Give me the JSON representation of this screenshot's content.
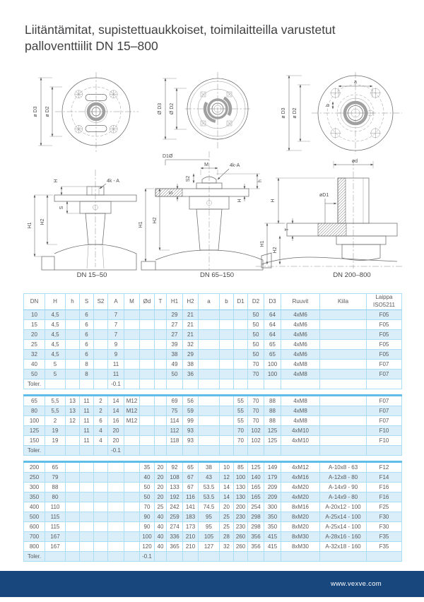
{
  "title": {
    "line1": "Liitäntämitat, supistettuaukkoiset, toimilaitteilla varustetut",
    "line2": "palloventtiilit DN 15–800"
  },
  "drawings": {
    "captions": [
      "DN 15–50",
      "DN 65–150",
      "DN 200–800"
    ],
    "labels": {
      "d3": "ø D3",
      "d2": "ø D2",
      "d3c": "Ø D3",
      "d2c": "Ø D2",
      "a": "a",
      "b": "b",
      "H": "H",
      "h_small": "h",
      "H1": "H1",
      "H2": "H2",
      "S": "S",
      "S2": "S2",
      "M": "M",
      "T": "T",
      "kA1": "4k - A",
      "kA2": "4k-A",
      "D1dia": "D1Ø",
      "od": "ød",
      "oD1": "øD1"
    }
  },
  "table": {
    "headers": [
      "DN",
      "H",
      "h",
      "S",
      "S2",
      "A",
      "M",
      "Ød",
      "T",
      "H1",
      "H2",
      "a",
      "b",
      "D1",
      "D2",
      "D3",
      "Ruuvit",
      "Kiila",
      "Laippa ISO5211"
    ],
    "groups": [
      {
        "id": "dn10-50",
        "rows": [
          [
            "10",
            "4,5",
            "",
            "6",
            "",
            "7",
            "",
            "",
            "",
            "29",
            "21",
            "",
            "",
            "",
            "50",
            "64",
            "4xM6",
            "",
            "F05"
          ],
          [
            "15",
            "4,5",
            "",
            "6",
            "",
            "7",
            "",
            "",
            "",
            "27",
            "21",
            "",
            "",
            "",
            "50",
            "64",
            "4xM6",
            "",
            "F05"
          ],
          [
            "20",
            "4,5",
            "",
            "6",
            "",
            "7",
            "",
            "",
            "",
            "27",
            "21",
            "",
            "",
            "",
            "50",
            "64",
            "4xM6",
            "",
            "F05"
          ],
          [
            "25",
            "4,5",
            "",
            "6",
            "",
            "9",
            "",
            "",
            "",
            "39",
            "32",
            "",
            "",
            "",
            "50",
            "65",
            "4xM6",
            "",
            "F05"
          ],
          [
            "32",
            "4,5",
            "",
            "6",
            "",
            "9",
            "",
            "",
            "",
            "38",
            "29",
            "",
            "",
            "",
            "50",
            "65",
            "4xM6",
            "",
            "F05"
          ],
          [
            "40",
            "5",
            "",
            "8",
            "",
            "11",
            "",
            "",
            "",
            "49",
            "38",
            "",
            "",
            "",
            "70",
            "100",
            "4xM8",
            "",
            "F07"
          ],
          [
            "50",
            "5",
            "",
            "8",
            "",
            "11",
            "",
            "",
            "",
            "50",
            "36",
            "",
            "",
            "",
            "70",
            "100",
            "4xM8",
            "",
            "F07"
          ],
          [
            "Toler.",
            "",
            "",
            "",
            "",
            "-0.1",
            "",
            "",
            "",
            "",
            "",
            "",
            "",
            "",
            "",
            "",
            "",
            "",
            ""
          ]
        ]
      },
      {
        "id": "dn65-150",
        "rows": [
          [
            "65",
            "5,5",
            "13",
            "11",
            "2",
            "14",
            "M12",
            "",
            "",
            "69",
            "56",
            "",
            "",
            "55",
            "70",
            "88",
            "4xM8",
            "",
            "F07"
          ],
          [
            "80",
            "5,5",
            "13",
            "11",
            "2",
            "14",
            "M12",
            "",
            "",
            "75",
            "59",
            "",
            "",
            "55",
            "70",
            "88",
            "4xM8",
            "",
            "F07"
          ],
          [
            "100",
            "2",
            "12",
            "11",
            "6",
            "16",
            "M12",
            "",
            "",
            "114",
            "99",
            "",
            "",
            "55",
            "70",
            "88",
            "4xM8",
            "",
            "F07"
          ],
          [
            "125",
            "19",
            "",
            "11",
            "4",
            "20",
            "",
            "",
            "",
            "112",
            "93",
            "",
            "",
            "70",
            "102",
            "125",
            "4xM10",
            "",
            "F10"
          ],
          [
            "150",
            "19",
            "",
            "11",
            "4",
            "20",
            "",
            "",
            "",
            "118",
            "93",
            "",
            "",
            "70",
            "102",
            "125",
            "4xM10",
            "",
            "F10"
          ],
          [
            "Toler.",
            "",
            "",
            "",
            "",
            "-0.1",
            "",
            "",
            "",
            "",
            "",
            "",
            "",
            "",
            "",
            "",
            "",
            "",
            ""
          ]
        ]
      },
      {
        "id": "dn200-800",
        "rows": [
          [
            "200",
            "65",
            "",
            "",
            "",
            "",
            "",
            "35",
            "20",
            "92",
            "65",
            "38",
            "10",
            "85",
            "125",
            "149",
            "4xM12",
            "A-10x8 - 63",
            "F12"
          ],
          [
            "250",
            "79",
            "",
            "",
            "",
            "",
            "",
            "40",
            "20",
            "108",
            "67",
            "43",
            "12",
            "100",
            "140",
            "179",
            "4xM16",
            "A-12x8 - 80",
            "F14"
          ],
          [
            "300",
            "88",
            "",
            "",
            "",
            "",
            "",
            "50",
            "20",
            "133",
            "67",
            "53.5",
            "14",
            "130",
            "165",
            "209",
            "4xM20",
            "A-14x9 - 90",
            "F16"
          ],
          [
            "350",
            "80",
            "",
            "",
            "",
            "",
            "",
            "50",
            "20",
            "192",
            "116",
            "53.5",
            "14",
            "130",
            "165",
            "209",
            "4xM20",
            "A-14x9 - 80",
            "F16"
          ],
          [
            "400",
            "110",
            "",
            "",
            "",
            "",
            "",
            "70",
            "25",
            "242",
            "141",
            "74.5",
            "20",
            "200",
            "254",
            "300",
            "8xM16",
            "A-20x12 - 100",
            "F25"
          ],
          [
            "500",
            "115",
            "",
            "",
            "",
            "",
            "",
            "90",
            "40",
            "259",
            "183",
            "95",
            "25",
            "230",
            "298",
            "350",
            "8xM20",
            "A-25x14 - 100",
            "F30"
          ],
          [
            "600",
            "115",
            "",
            "",
            "",
            "",
            "",
            "90",
            "40",
            "274",
            "173",
            "95",
            "25",
            "230",
            "298",
            "350",
            "8xM20",
            "A-25x14 - 100",
            "F30"
          ],
          [
            "700",
            "167",
            "",
            "",
            "",
            "",
            "",
            "100",
            "40",
            "336",
            "210",
            "105",
            "28",
            "260",
            "356",
            "415",
            "8xM30",
            "A-28x16 - 160",
            "F35"
          ],
          [
            "800",
            "167",
            "",
            "",
            "",
            "",
            "",
            "120",
            "40",
            "365",
            "210",
            "127",
            "32",
            "260",
            "356",
            "415",
            "8xM30",
            "A-32x18 - 160",
            "F35"
          ],
          [
            "Toler.",
            "",
            "",
            "",
            "",
            "",
            "",
            "-0.1",
            "",
            "",
            "",
            "",
            "",
            "",
            "",
            "",
            "",
            "",
            ""
          ]
        ]
      }
    ]
  },
  "footer": {
    "url": "www.vexve.com"
  },
  "colors": {
    "footer_bg": "#18477E",
    "table_border": "#74C4EC",
    "grid_line": "#ABDDF4",
    "row_alt": "#D9EEF9",
    "text": "#58595B"
  }
}
